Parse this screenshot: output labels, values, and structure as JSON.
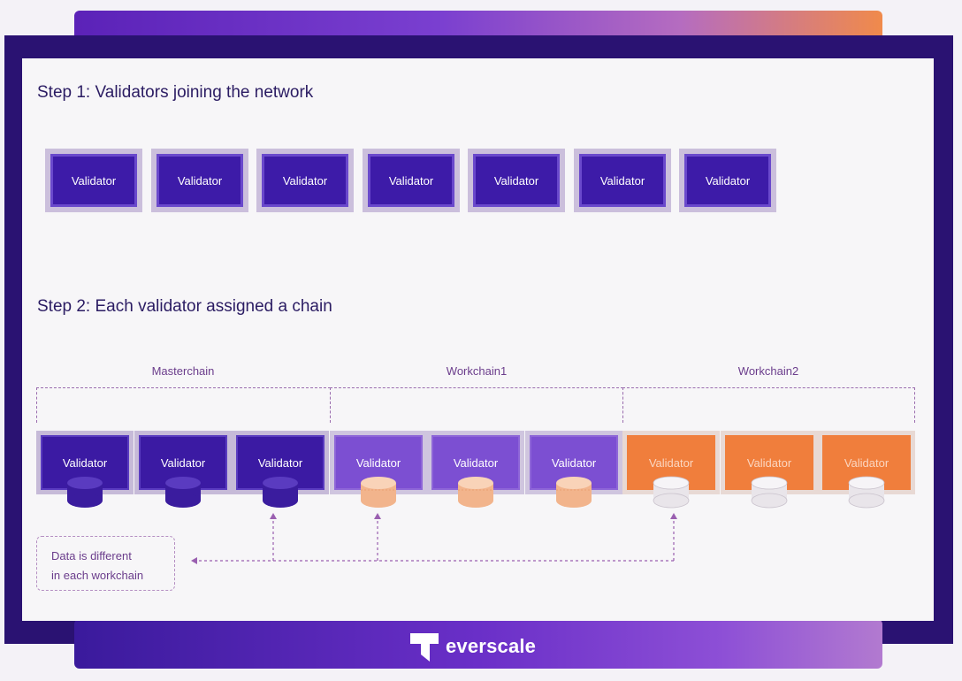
{
  "step1": {
    "title": "Step 1: Validators joining the network",
    "validators": [
      "Validator",
      "Validator",
      "Validator",
      "Validator",
      "Validator",
      "Validator",
      "Validator"
    ]
  },
  "step2": {
    "title": "Step 2: Each validator assigned a chain",
    "chains": [
      {
        "label": "Masterchain",
        "validators": [
          "Validator",
          "Validator",
          "Validator"
        ]
      },
      {
        "label": "Workchain1",
        "validators": [
          "Validator",
          "Validator",
          "Validator"
        ]
      },
      {
        "label": "Workchain2",
        "validators": [
          "Validator",
          "Validator",
          "Validator"
        ]
      }
    ],
    "note": {
      "line1": "Data is different",
      "line2": "in each workchain"
    }
  },
  "colors": {
    "masterchain": "#3b1aa3",
    "workchain1": "#7c4fd2",
    "workchain2": "#f07e3c",
    "masterchain_db": "#3a1c9e",
    "workchain1_db": "#f2b48c",
    "workchain2_db": "#e9e5ea"
  },
  "brand": {
    "name": "everscale"
  }
}
